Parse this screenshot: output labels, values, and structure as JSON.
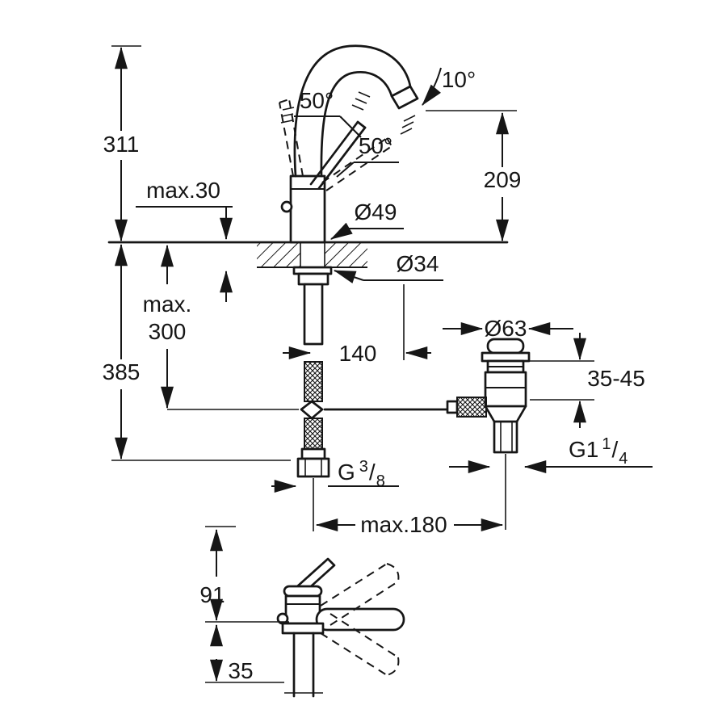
{
  "drawing": {
    "labels": {
      "total_height": "311",
      "max_deck_thickness": "max.30",
      "base_diameter": "Ø49",
      "hole_diameter": "Ø34",
      "handle_angle_left": "50°",
      "handle_angle_right": "50°",
      "outlet_angle": "10°",
      "outlet_height": "209",
      "hose_max_word": "max.",
      "hose_max_value": "300",
      "below_deck_depth": "385",
      "rod_offset": "140",
      "waste_flange_diameter": "Ø63",
      "waste_deck_range": "35-45",
      "waste_thread_base": "G1",
      "waste_thread_numerator": "1",
      "waste_thread_denominator": "4",
      "hose_thread_base": "G",
      "hose_thread_numerator": "3",
      "hose_thread_denominator": "8",
      "fraction_slash": "/",
      "max_reach": "max.180",
      "side_lever_height": "91",
      "side_spout_offset": "35"
    }
  }
}
